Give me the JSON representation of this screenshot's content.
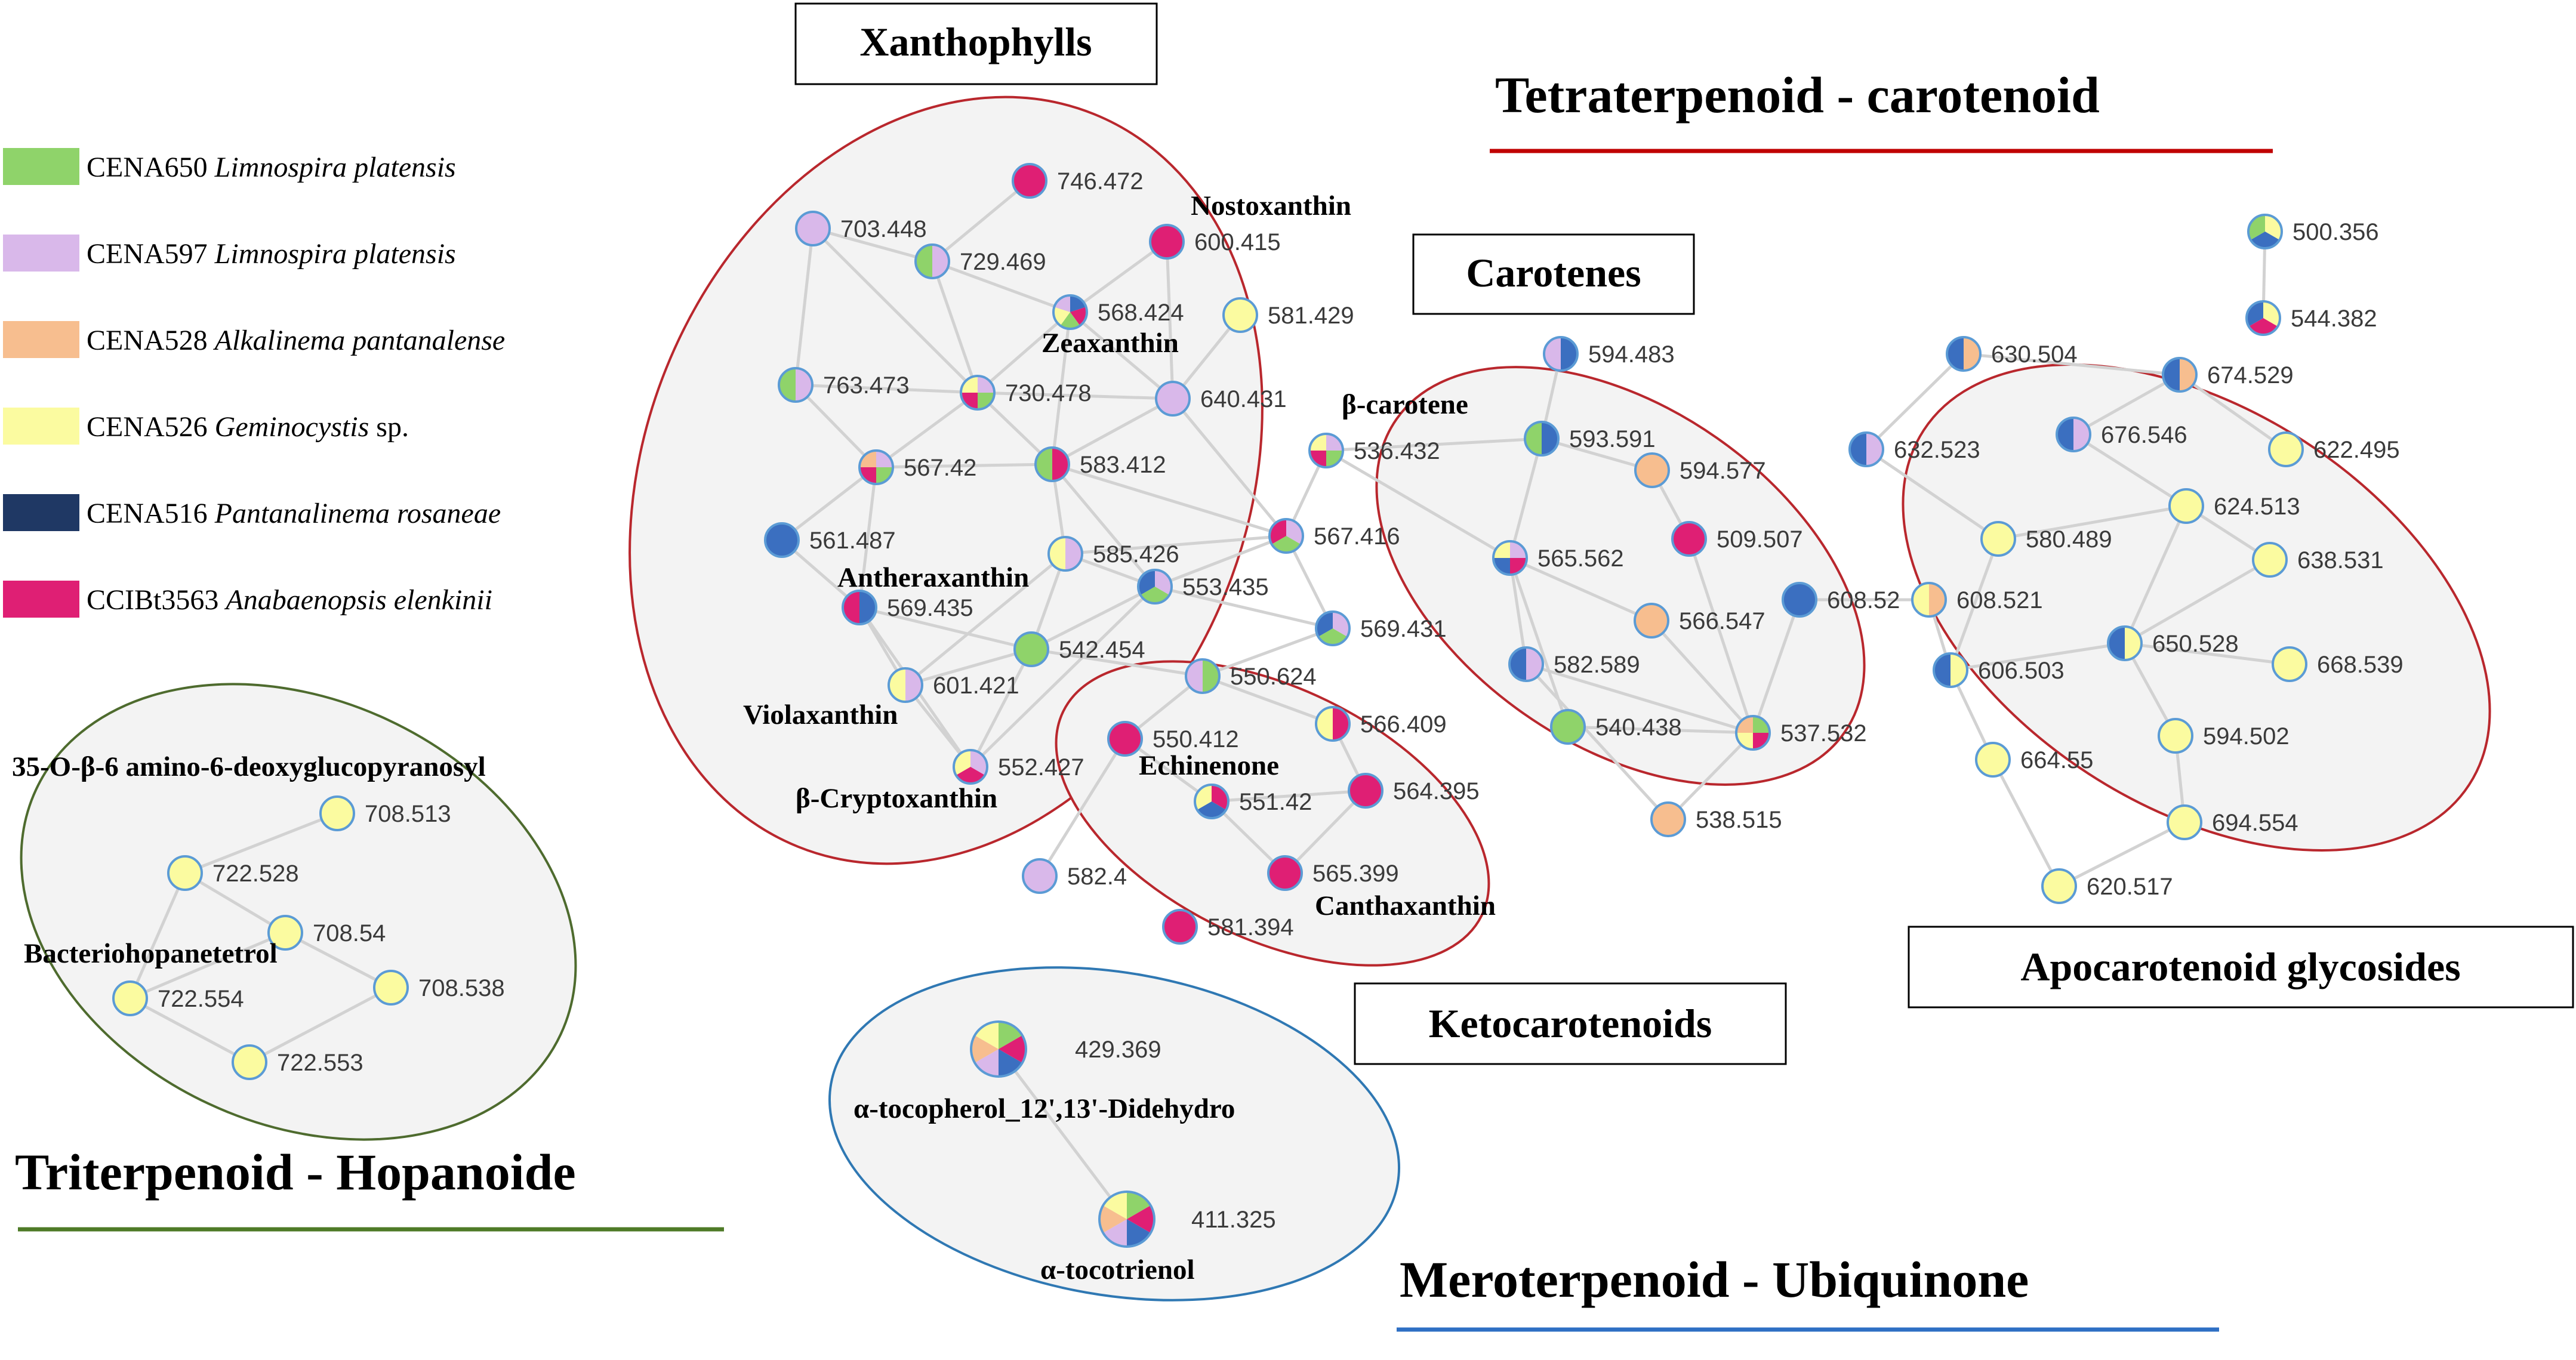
{
  "colors": {
    "CENA650": "#8fd36a",
    "CENA597": "#d9b8ea",
    "CENA528": "#f7be8f",
    "CENA526": "#fbfba0",
    "CENA516": "#3b6fc0",
    "CCIBt3563": "#df1f74",
    "legend_dark": "#1f3864"
  },
  "legend": [
    {
      "code": "CENA650",
      "species": "Limnospira platensis",
      "suffix": ""
    },
    {
      "code": "CENA597",
      "species": "Limnospira platensis",
      "suffix": ""
    },
    {
      "code": "CENA528",
      "species": "Alkalinema pantanalense",
      "suffix": ""
    },
    {
      "code": "CENA526",
      "species": "Geminocystis",
      "suffix": " sp."
    },
    {
      "code": "CENA516",
      "species": "Pantanalinema rosaneae",
      "suffix": ""
    },
    {
      "code": "CCIBt3563",
      "species": "Anabaenopsis elenkinii",
      "suffix": ""
    }
  ],
  "titles": {
    "tetraterpenoid": "Tetraterpenoid - carotenoid",
    "triterpenoid": "Triterpenoid - Hopanoide",
    "meroterpenoid": "Meroterpenoid - Ubiquinone"
  },
  "boxes": {
    "xanthophylls": "Xanthophylls",
    "carotenes": "Carotenes",
    "ketocarotenoids": "Ketocarotenoids",
    "apocarotenoid": "Apocarotenoid glycosides"
  },
  "compounds": {
    "nostoxanthin": "Nostoxanthin",
    "zeaxanthin": "Zeaxanthin",
    "antheraxanthin": "Antheraxanthin",
    "violaxanthin": "Violaxanthin",
    "b_cryptoxanthin": "β-Cryptoxanthin",
    "b_carotene": "β-carotene",
    "echinenone": "Echinenone",
    "canthaxanthin": "Canthaxanthin",
    "amino_glucopyranosyl": "35-O-β-6 amino-6-deoxyglucopyranosyl",
    "bacteriohopanetetrol": "Bacteriohopanetetrol",
    "a_tocopherol": "α-tocopherol_12',13'-Didehydro",
    "a_tocotrienol": "α-tocotrienol"
  },
  "nodes": [
    {
      "id": "746.472",
      "label": "746.472",
      "pie": [
        "CCIBt3563"
      ]
    },
    {
      "id": "703.448",
      "label": "703.448",
      "pie": [
        "CENA597"
      ]
    },
    {
      "id": "729.469",
      "label": "729.469",
      "pie": [
        "CENA597",
        "CENA650"
      ]
    },
    {
      "id": "600.415",
      "label": "600.415",
      "pie": [
        "CCIBt3563"
      ]
    },
    {
      "id": "568.424",
      "label": "568.424",
      "pie": [
        "CENA516",
        "CCIBt3563",
        "CENA650",
        "CENA526",
        "CENA597"
      ]
    },
    {
      "id": "581.429",
      "label": "581.429",
      "pie": [
        "CENA526"
      ]
    },
    {
      "id": "763.473",
      "label": "763.473",
      "pie": [
        "CENA597",
        "CENA650"
      ]
    },
    {
      "id": "730.478",
      "label": "730.478",
      "pie": [
        "CENA597",
        "CENA650",
        "CCIBt3563",
        "CENA526"
      ]
    },
    {
      "id": "640.431",
      "label": "640.431",
      "pie": [
        "CENA597"
      ]
    },
    {
      "id": "567.42",
      "label": "567.42",
      "pie": [
        "CENA597",
        "CENA650",
        "CCIBt3563",
        "CENA528"
      ]
    },
    {
      "id": "583.412",
      "label": "583.412",
      "pie": [
        "CCIBt3563",
        "CENA650"
      ]
    },
    {
      "id": "561.487",
      "label": "561.487",
      "pie": [
        "CENA516"
      ]
    },
    {
      "id": "585.426",
      "label": "585.426",
      "pie": [
        "CENA597",
        "CENA526"
      ]
    },
    {
      "id": "567.416",
      "label": "567.416",
      "pie": [
        "CENA597",
        "CENA650",
        "CCIBt3563"
      ]
    },
    {
      "id": "569.435",
      "label": "569.435",
      "pie": [
        "CENA516",
        "CCIBt3563"
      ]
    },
    {
      "id": "553.435",
      "label": "553.435",
      "pie": [
        "CENA597",
        "CENA650",
        "CENA516"
      ]
    },
    {
      "id": "542.454",
      "label": "542.454",
      "pie": [
        "CENA650"
      ]
    },
    {
      "id": "569.431",
      "label": "569.431",
      "pie": [
        "CENA597",
        "CENA650",
        "CENA516"
      ]
    },
    {
      "id": "601.421",
      "label": "601.421",
      "pie": [
        "CENA597",
        "CENA526"
      ]
    },
    {
      "id": "552.427",
      "label": "552.427",
      "pie": [
        "CENA597",
        "CCIBt3563",
        "CENA526"
      ]
    },
    {
      "id": "550.624",
      "label": "550.624",
      "pie": [
        "CENA650",
        "CENA597"
      ]
    },
    {
      "id": "550.412",
      "label": "550.412",
      "pie": [
        "CCIBt3563"
      ]
    },
    {
      "id": "566.409",
      "label": "566.409",
      "pie": [
        "CCIBt3563",
        "CENA526"
      ]
    },
    {
      "id": "551.42",
      "label": "551.42",
      "pie": [
        "CCIBt3563",
        "CENA516",
        "CENA526"
      ]
    },
    {
      "id": "564.395",
      "label": "564.395",
      "pie": [
        "CCIBt3563"
      ]
    },
    {
      "id": "565.399",
      "label": "565.399",
      "pie": [
        "CCIBt3563"
      ]
    },
    {
      "id": "582.4",
      "label": "582.4",
      "pie": [
        "CENA597"
      ]
    },
    {
      "id": "581.394",
      "label": "581.394",
      "pie": [
        "CCIBt3563"
      ]
    },
    {
      "id": "536.432",
      "label": "536.432",
      "pie": [
        "CENA597",
        "CENA650",
        "CCIBt3563",
        "CENA526"
      ]
    },
    {
      "id": "594.483",
      "label": "594.483",
      "pie": [
        "CENA516",
        "CENA597"
      ]
    },
    {
      "id": "593.591",
      "label": "593.591",
      "pie": [
        "CENA516",
        "CENA650"
      ]
    },
    {
      "id": "594.577",
      "label": "594.577",
      "pie": [
        "CENA528"
      ]
    },
    {
      "id": "509.507",
      "label": "509.507",
      "pie": [
        "CCIBt3563"
      ]
    },
    {
      "id": "565.562",
      "label": "565.562",
      "pie": [
        "CENA597",
        "CCIBt3563",
        "CENA516",
        "CENA526"
      ]
    },
    {
      "id": "566.547",
      "label": "566.547",
      "pie": [
        "CENA528"
      ]
    },
    {
      "id": "582.589",
      "label": "582.589",
      "pie": [
        "CENA597",
        "CENA516"
      ]
    },
    {
      "id": "540.438",
      "label": "540.438",
      "pie": [
        "CENA650"
      ]
    },
    {
      "id": "537.532",
      "label": "537.532",
      "pie": [
        "CENA650",
        "CCIBt3563",
        "CENA526",
        "CENA528"
      ]
    },
    {
      "id": "538.515",
      "label": "538.515",
      "pie": [
        "CENA528"
      ]
    },
    {
      "id": "608.52",
      "label": "608.52",
      "pie": [
        "CENA516"
      ]
    },
    {
      "id": "608.521",
      "label": "608.521",
      "pie": [
        "CENA528",
        "CENA526"
      ]
    },
    {
      "id": "500.356",
      "label": "500.356",
      "pie": [
        "CENA526",
        "CENA516",
        "CENA650"
      ]
    },
    {
      "id": "544.382",
      "label": "544.382",
      "pie": [
        "CENA526",
        "CCIBt3563",
        "CENA516"
      ]
    },
    {
      "id": "630.504",
      "label": "630.504",
      "pie": [
        "CENA528",
        "CENA516"
      ]
    },
    {
      "id": "674.529",
      "label": "674.529",
      "pie": [
        "CENA528",
        "CENA516"
      ]
    },
    {
      "id": "632.523",
      "label": "632.523",
      "pie": [
        "CENA597",
        "CENA516"
      ]
    },
    {
      "id": "676.546",
      "label": "676.546",
      "pie": [
        "CENA597",
        "CENA516"
      ]
    },
    {
      "id": "622.495",
      "label": "622.495",
      "pie": [
        "CENA526"
      ]
    },
    {
      "id": "580.489",
      "label": "580.489",
      "pie": [
        "CENA526"
      ]
    },
    {
      "id": "624.513",
      "label": "624.513",
      "pie": [
        "CENA526"
      ]
    },
    {
      "id": "638.531",
      "label": "638.531",
      "pie": [
        "CENA526"
      ]
    },
    {
      "id": "606.503",
      "label": "606.503",
      "pie": [
        "CENA526",
        "CENA516"
      ]
    },
    {
      "id": "650.528",
      "label": "650.528",
      "pie": [
        "CENA526",
        "CENA516"
      ]
    },
    {
      "id": "668.539",
      "label": "668.539",
      "pie": [
        "CENA526"
      ]
    },
    {
      "id": "664.55",
      "label": "664.55",
      "pie": [
        "CENA526"
      ]
    },
    {
      "id": "594.502",
      "label": "594.502",
      "pie": [
        "CENA526"
      ]
    },
    {
      "id": "694.554",
      "label": "694.554",
      "pie": [
        "CENA526"
      ]
    },
    {
      "id": "620.517",
      "label": "620.517",
      "pie": [
        "CENA526"
      ]
    },
    {
      "id": "708.513",
      "label": "708.513",
      "pie": [
        "CENA526"
      ]
    },
    {
      "id": "722.528",
      "label": "722.528",
      "pie": [
        "CENA526"
      ]
    },
    {
      "id": "708.54",
      "label": "708.54",
      "pie": [
        "CENA526"
      ]
    },
    {
      "id": "722.554",
      "label": "722.554",
      "pie": [
        "CENA526"
      ]
    },
    {
      "id": "708.538",
      "label": "708.538",
      "pie": [
        "CENA526"
      ]
    },
    {
      "id": "722.553",
      "label": "722.553",
      "pie": [
        "CENA526"
      ]
    },
    {
      "id": "429.369",
      "label": "429.369",
      "pie": [
        "CENA650",
        "CCIBt3563",
        "CENA516",
        "CENA597",
        "CENA528",
        "CENA526"
      ]
    },
    {
      "id": "411.325",
      "label": "411.325",
      "pie": [
        "CENA650",
        "CCIBt3563",
        "CENA516",
        "CENA597",
        "CENA528",
        "CENA526"
      ]
    }
  ],
  "edges": [
    [
      "746.472",
      "729.469"
    ],
    [
      "703.448",
      "729.469"
    ],
    [
      "703.448",
      "730.478"
    ],
    [
      "703.448",
      "763.473"
    ],
    [
      "729.469",
      "730.478"
    ],
    [
      "729.469",
      "568.424"
    ],
    [
      "600.415",
      "568.424"
    ],
    [
      "600.415",
      "640.431"
    ],
    [
      "568.424",
      "730.478"
    ],
    [
      "568.424",
      "640.431"
    ],
    [
      "568.424",
      "583.412"
    ],
    [
      "581.429",
      "640.431"
    ],
    [
      "763.473",
      "730.478"
    ],
    [
      "763.473",
      "567.42"
    ],
    [
      "730.478",
      "567.42"
    ],
    [
      "730.478",
      "583.412"
    ],
    [
      "730.478",
      "640.431"
    ],
    [
      "640.431",
      "583.412"
    ],
    [
      "640.431",
      "567.416"
    ],
    [
      "567.42",
      "583.412"
    ],
    [
      "567.42",
      "561.487"
    ],
    [
      "567.42",
      "569.435"
    ],
    [
      "583.412",
      "585.426"
    ],
    [
      "583.412",
      "553.435"
    ],
    [
      "583.412",
      "567.416"
    ],
    [
      "561.487",
      "569.435"
    ],
    [
      "585.426",
      "553.435"
    ],
    [
      "585.426",
      "567.416"
    ],
    [
      "585.426",
      "542.454"
    ],
    [
      "585.426",
      "601.421"
    ],
    [
      "569.435",
      "601.421"
    ],
    [
      "569.435",
      "542.454"
    ],
    [
      "569.435",
      "552.427"
    ],
    [
      "553.435",
      "542.454"
    ],
    [
      "553.435",
      "567.416"
    ],
    [
      "553.435",
      "569.431"
    ],
    [
      "553.435",
      "552.427"
    ],
    [
      "542.454",
      "601.421"
    ],
    [
      "542.454",
      "552.427"
    ],
    [
      "542.454",
      "550.624"
    ],
    [
      "601.421",
      "552.427"
    ],
    [
      "567.416",
      "569.431"
    ],
    [
      "567.416",
      "536.432"
    ],
    [
      "569.431",
      "550.624"
    ],
    [
      "550.624",
      "550.412"
    ],
    [
      "550.624",
      "566.409"
    ],
    [
      "550.412",
      "551.42"
    ],
    [
      "566.409",
      "564.395"
    ],
    [
      "551.42",
      "565.399"
    ],
    [
      "564.395",
      "565.399"
    ],
    [
      "551.42",
      "564.395"
    ],
    [
      "550.412",
      "582.4"
    ],
    [
      "536.432",
      "593.591"
    ],
    [
      "536.432",
      "565.562"
    ],
    [
      "594.483",
      "593.591"
    ],
    [
      "593.591",
      "594.577"
    ],
    [
      "593.591",
      "565.562"
    ],
    [
      "594.577",
      "509.507"
    ],
    [
      "565.562",
      "582.589"
    ],
    [
      "565.562",
      "566.547"
    ],
    [
      "565.562",
      "540.438"
    ],
    [
      "509.507",
      "537.532"
    ],
    [
      "566.547",
      "537.532"
    ],
    [
      "582.589",
      "537.532"
    ],
    [
      "540.438",
      "537.532"
    ],
    [
      "537.532",
      "538.515"
    ],
    [
      "582.589",
      "538.515"
    ],
    [
      "608.52",
      "537.532"
    ],
    [
      "608.52",
      "608.521"
    ],
    [
      "630.504",
      "632.523"
    ],
    [
      "630.504",
      "674.529"
    ],
    [
      "674.529",
      "676.546"
    ],
    [
      "674.529",
      "622.495"
    ],
    [
      "632.523",
      "580.489"
    ],
    [
      "676.546",
      "624.513"
    ],
    [
      "624.513",
      "580.489"
    ],
    [
      "624.513",
      "638.531"
    ],
    [
      "624.513",
      "650.528"
    ],
    [
      "580.489",
      "606.503"
    ],
    [
      "608.521",
      "606.503"
    ],
    [
      "606.503",
      "650.528"
    ],
    [
      "650.528",
      "638.531"
    ],
    [
      "650.528",
      "668.539"
    ],
    [
      "650.528",
      "594.502"
    ],
    [
      "606.503",
      "664.55"
    ],
    [
      "594.502",
      "694.554"
    ],
    [
      "664.55",
      "620.517"
    ],
    [
      "694.554",
      "620.517"
    ],
    [
      "500.356",
      "544.382"
    ],
    [
      "708.513",
      "722.528"
    ],
    [
      "722.528",
      "708.54"
    ],
    [
      "708.54",
      "722.554"
    ],
    [
      "708.54",
      "708.538"
    ],
    [
      "722.554",
      "722.553"
    ],
    [
      "708.538",
      "722.553"
    ],
    [
      "722.528",
      "722.554"
    ],
    [
      "429.369",
      "411.325"
    ]
  ]
}
